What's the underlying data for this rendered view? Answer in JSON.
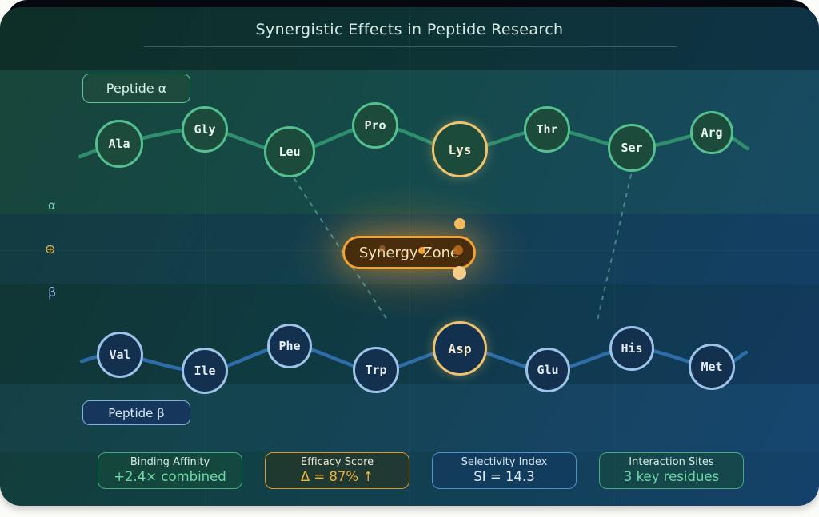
{
  "title": "Synergistic Effects in Peptide Research",
  "chains": {
    "alpha": {
      "badge": "Peptide α",
      "residues": [
        {
          "label": "Ala"
        },
        {
          "label": "Gly"
        },
        {
          "label": "Leu"
        },
        {
          "label": "Pro"
        },
        {
          "label": "Lys",
          "highlight": true
        },
        {
          "label": "Thr"
        },
        {
          "label": "Ser"
        },
        {
          "label": "Arg"
        }
      ]
    },
    "beta": {
      "badge": "Peptide β",
      "residues": [
        {
          "label": "Val"
        },
        {
          "label": "Ile"
        },
        {
          "label": "Phe"
        },
        {
          "label": "Trp"
        },
        {
          "label": "Asp",
          "highlight": true
        },
        {
          "label": "Glu"
        },
        {
          "label": "His"
        },
        {
          "label": "Met"
        }
      ]
    }
  },
  "side_labels": {
    "alpha": "α",
    "synergy": "⊕",
    "beta": "β"
  },
  "synergy_zone": {
    "label": "Synergy Zone"
  },
  "stats": [
    {
      "title": "Binding Affinity",
      "value": "+2.4× combined",
      "variant": "green"
    },
    {
      "title": "Efficacy Score",
      "value": "Δ = 87% ↑",
      "variant": "orange"
    },
    {
      "title": "Selectivity Index",
      "value": "SI = 14.3",
      "variant": "blue"
    },
    {
      "title": "Interaction Sites",
      "value": "3 key residues",
      "variant": "green"
    }
  ],
  "colors": {
    "accent_green": "#55c08f",
    "accent_blue": "#9dc4e8",
    "accent_gold": "#eec36d",
    "synergy_border": "#f0a232",
    "wave_alpha": "#2f8f6c",
    "wave_beta": "#2e6da8"
  }
}
